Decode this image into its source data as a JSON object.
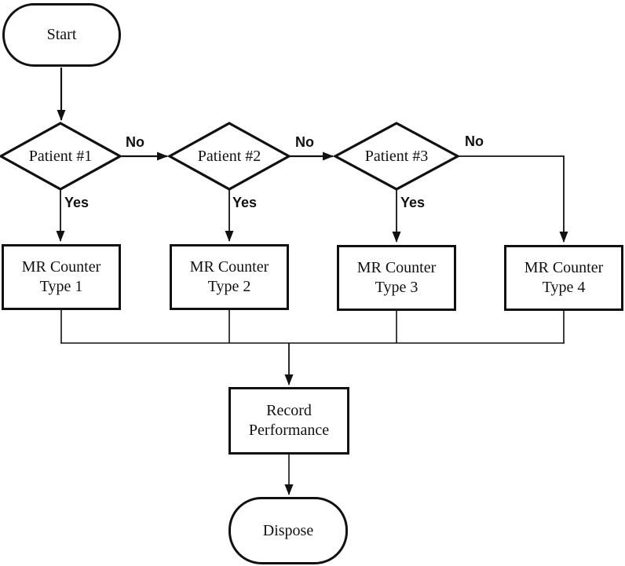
{
  "diagram": {
    "background": "#ffffff",
    "line_color": "#111111",
    "nodes": {
      "start": {
        "label": "Start",
        "type": "terminator"
      },
      "patient1": {
        "label": "Patient #1",
        "type": "decision"
      },
      "patient2": {
        "label": "Patient #2",
        "type": "decision"
      },
      "patient3": {
        "label": "Patient #3",
        "type": "decision"
      },
      "counter1": {
        "line1": "MR Counter",
        "line2": "Type 1",
        "type": "process"
      },
      "counter2": {
        "line1": "MR Counter",
        "line2": "Type 2",
        "type": "process"
      },
      "counter3": {
        "line1": "MR Counter",
        "line2": "Type 3",
        "type": "process"
      },
      "counter4": {
        "line1": "MR Counter",
        "line2": "Type 4",
        "type": "process"
      },
      "record": {
        "line1": "Record",
        "line2": "Performance",
        "type": "process"
      },
      "dispose": {
        "label": "Dispose",
        "type": "terminator"
      }
    },
    "edges": {
      "no1": "No",
      "no2": "No",
      "no3": "No",
      "yes1": "Yes",
      "yes2": "Yes",
      "yes3": "Yes"
    }
  }
}
